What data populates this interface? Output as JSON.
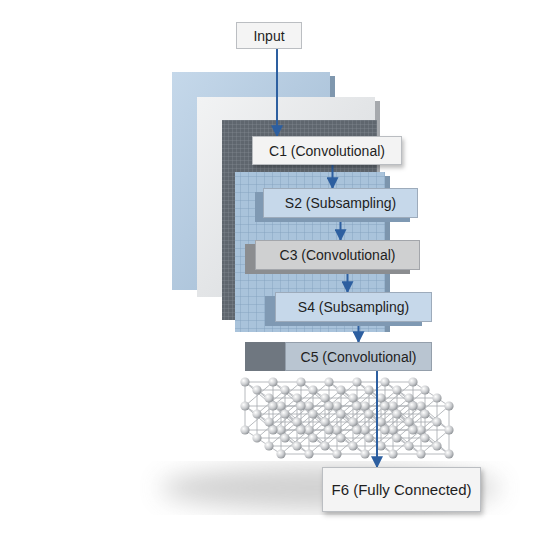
{
  "diagram": {
    "nodes": [
      {
        "text": [
          "Input"
        ]
      },
      {
        "text": [
          "C1 (Convolutional)"
        ]
      },
      {
        "text": [
          "S2 (Subsampling)"
        ]
      },
      {
        "text": [
          "C3 (Convolutional)"
        ]
      },
      {
        "text": [
          "S4 (Subsampling)"
        ]
      },
      {
        "text": [
          "C5 (Convolutional)"
        ]
      },
      {
        "text": [
          "F6 (Fully Connected)"
        ]
      }
    ],
    "edges": [
      {
        "from": 0,
        "to": 1,
        "arrow": "to"
      },
      {
        "from": 1,
        "to": 2,
        "arrow": "to"
      },
      {
        "from": 2,
        "to": 3,
        "arrow": "to"
      },
      {
        "from": 3,
        "to": 4,
        "arrow": "to"
      },
      {
        "from": 4,
        "to": 5,
        "arrow": "to"
      },
      {
        "from": 5,
        "to": 6,
        "arrow": "to"
      }
    ]
  }
}
